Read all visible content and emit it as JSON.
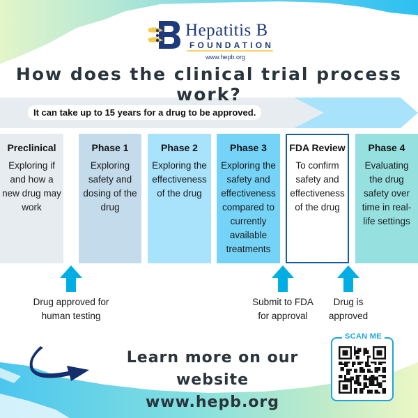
{
  "logo": {
    "title": "Hepatitis B",
    "subtitle": "FOUNDATION",
    "url": "www.hepb.org",
    "colors": {
      "navy": "#1e3a7b",
      "gold": "#f4c84a"
    }
  },
  "headline": "How does the clinical trial process work?",
  "timeline": {
    "note": "It can take up to 15 years for a drug to be approved.",
    "colors": {
      "gray_segment": "#e7ecf1",
      "blue_segment": "#a8e2fb"
    }
  },
  "phases": [
    {
      "title": "Preclinical",
      "description": "Exploring if and how a new drug may work",
      "color": "#e7ecf1"
    },
    {
      "title": "Phase 1",
      "description": "Exploring safety and dosing of the drug",
      "color": "#c3dbea"
    },
    {
      "title": "Phase 2",
      "description": "Exploring the effectiveness of the drug",
      "color": "#a8e2fb"
    },
    {
      "title": "Phase 3",
      "description": "Exploring the safety and effectiveness compared to currently available treatments",
      "color": "#74d3f7"
    },
    {
      "title": "FDA Review",
      "description": "To confirm safety and effectiveness of the drug",
      "color": "#ffffff",
      "border": "#1b5aa0"
    },
    {
      "title": "Phase 4",
      "description": "Evaluating the drug safety over time in real-life settings",
      "color": "#96e0e0"
    }
  ],
  "milestones": [
    {
      "icon": "up-arrow-icon",
      "label_line1": "Drug approved for",
      "label_line2": "human testing"
    },
    {
      "icon": "up-arrow-icon",
      "label_line1": "Submit to FDA",
      "label_line2": "for approval"
    },
    {
      "icon": "up-arrow-icon",
      "label_line1": "Drug is",
      "label_line2": "approved"
    }
  ],
  "milestone_color": "#00aee4",
  "cta": {
    "line1": "Learn more on our website",
    "line2": "www.hepb.org",
    "arrow_icon": "curved-arrow-icon",
    "arrow_color": "#142f6b"
  },
  "qr": {
    "label": "SCAN ME",
    "icon": "qr-code-icon",
    "frame_color": "#1aa6dd"
  }
}
